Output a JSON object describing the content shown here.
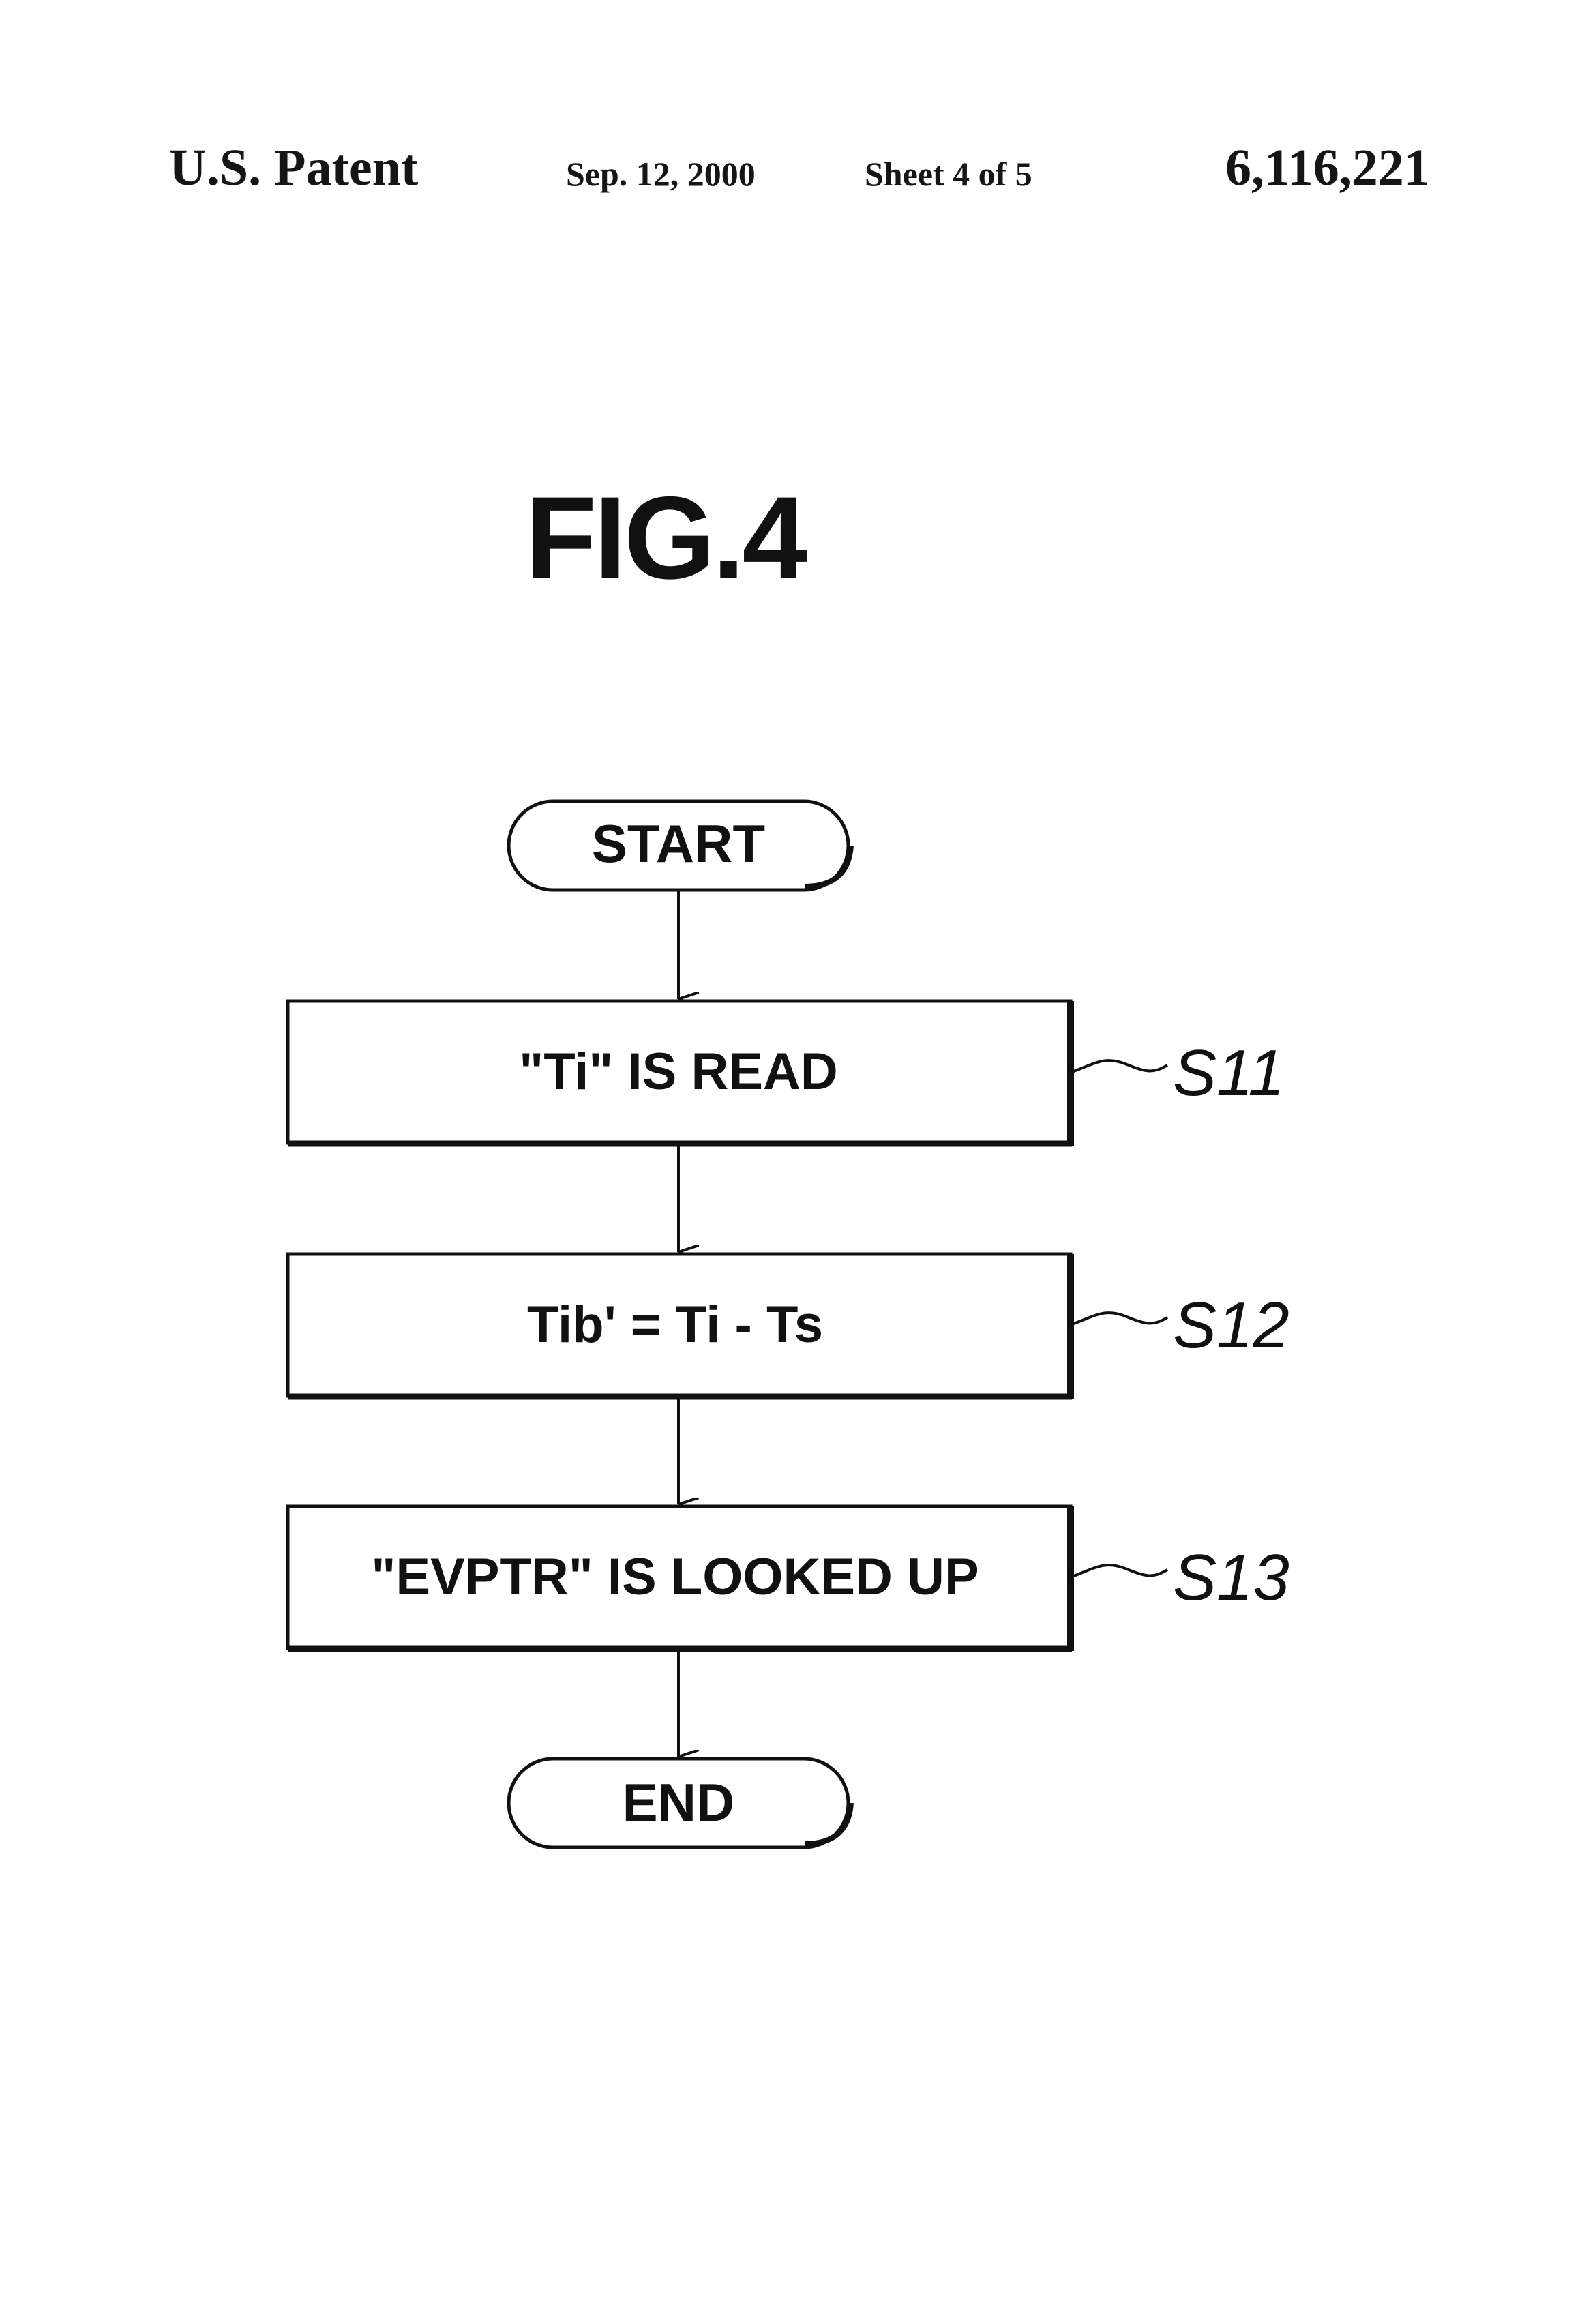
{
  "header": {
    "left": "U.S. Patent",
    "date": "Sep. 12, 2000",
    "sheet": "Sheet 4 of 5",
    "patent_number": "6,116,221"
  },
  "figure": {
    "title": "FIG.4"
  },
  "flowchart": {
    "start": "START",
    "steps": [
      {
        "text": "\"Ti\" IS READ",
        "label": "S11"
      },
      {
        "text": "Tib' = Ti - Ts",
        "label": "S12"
      },
      {
        "text": "\"EVPTR\" IS LOOKED UP",
        "label": "S13"
      }
    ],
    "end": "END"
  }
}
